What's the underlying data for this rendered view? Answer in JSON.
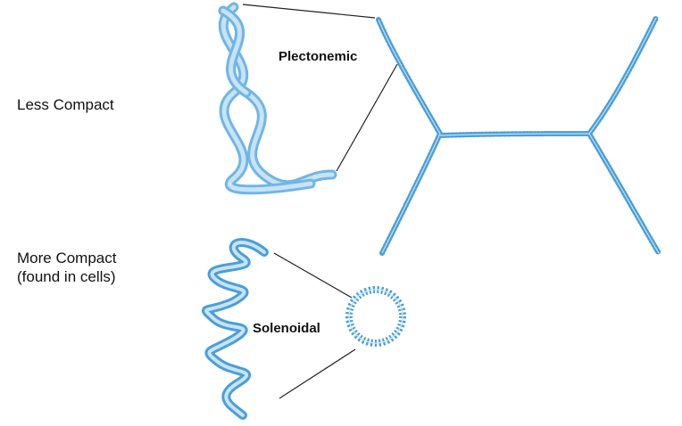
{
  "labels": {
    "less_compact": "Less Compact",
    "more_compact": "More Compact\n(found in cells)",
    "plectonemic": "Plectonemic",
    "solenoidal": "Solenoidal"
  },
  "colors": {
    "strand_light": "#a9d2ef",
    "strand_dark": "#4a9fd8",
    "strand_edge": "#6fb6e6",
    "pointer_line": "#222222",
    "text": "#111111"
  }
}
